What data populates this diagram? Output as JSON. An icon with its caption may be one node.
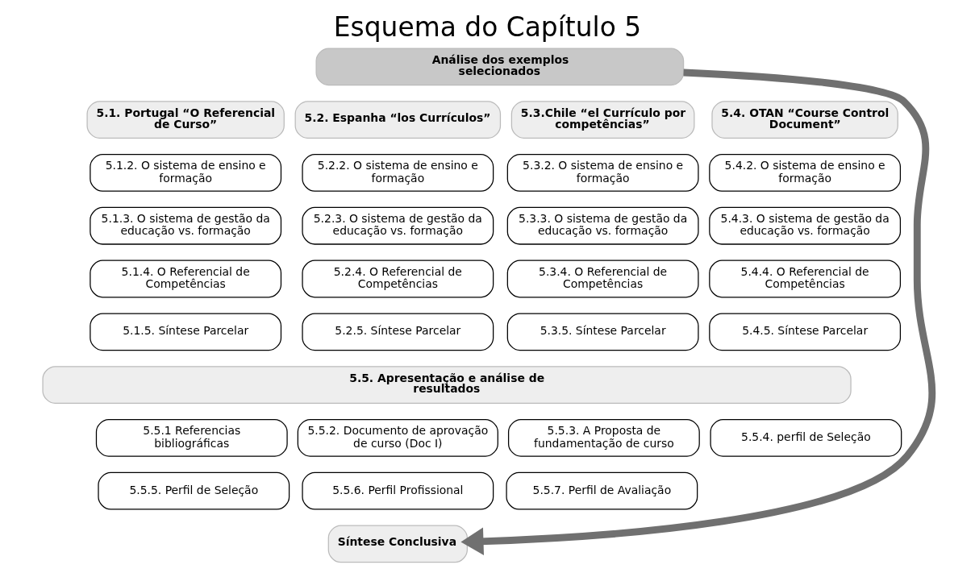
{
  "diagram": {
    "title": "Esquema do Capítulo 5",
    "nodes": [
      {
        "text": [
          "Análise dos exemplos selecionados"
        ]
      },
      {
        "text": [
          "5.1. Portugal “O Referencial de Curso”"
        ]
      },
      {
        "text": [
          "5.1.2. O sistema de ensino e formação"
        ]
      },
      {
        "text": [
          "5.1.3. O sistema de gestão da educação vs. formação"
        ]
      },
      {
        "text": [
          "5.1.4. O Referencial de Competências"
        ]
      },
      {
        "text": [
          "5.1.5. Síntese Parcelar"
        ]
      },
      {
        "text": [
          "5.2. Espanha “los Currículos”"
        ]
      },
      {
        "text": [
          "5.2.2. O sistema de ensino e formação"
        ]
      },
      {
        "text": [
          "5.2.3. O sistema de gestão da educação vs. formação"
        ]
      },
      {
        "text": [
          "5.2.4. O Referencial de Competências"
        ]
      },
      {
        "text": [
          "5.2.5. Síntese Parcelar"
        ]
      },
      {
        "text": [
          "5.3.Chile “el Currículo por competências”"
        ]
      },
      {
        "text": [
          "5.3.2. O sistema de ensino e formação"
        ]
      },
      {
        "text": [
          "5.3.3. O sistema de gestão da educação vs. formação"
        ]
      },
      {
        "text": [
          "5.3.4. O Referencial de Competências"
        ]
      },
      {
        "text": [
          "5.3.5. Síntese Parcelar"
        ]
      },
      {
        "text": [
          "5.4. OTAN “Course Control Document”"
        ]
      },
      {
        "text": [
          "5.4.2. O sistema de ensino e formação"
        ]
      },
      {
        "text": [
          "5.4.3. O sistema de gestão da educação vs. formação"
        ]
      },
      {
        "text": [
          "5.4.4. O Referencial de Competências"
        ]
      },
      {
        "text": [
          "5.4.5. Síntese Parcelar"
        ]
      },
      {
        "text": [
          "5.5. Apresentação e análise de resultados"
        ]
      },
      {
        "text": [
          "5.5.1 Referencias bibliográficas"
        ]
      },
      {
        "text": [
          "5.5.2. Documento de aprovação de curso (Doc I)"
        ]
      },
      {
        "text": [
          "5.5.3. A Proposta de fundamentação de curso"
        ]
      },
      {
        "text": [
          "5.5.4. perfil de Seleção"
        ]
      },
      {
        "text": [
          "5.5.5. Perfil de Seleção"
        ]
      },
      {
        "text": [
          "5.5.6. Perfil Profissional"
        ]
      },
      {
        "text": [
          "5.5.7. Perfil de Avaliação"
        ]
      },
      {
        "text": [
          "Síntese Conclusiva"
        ]
      }
    ],
    "edges": [
      {
        "from": 0,
        "to": 29,
        "arrow": "to"
      }
    ]
  }
}
